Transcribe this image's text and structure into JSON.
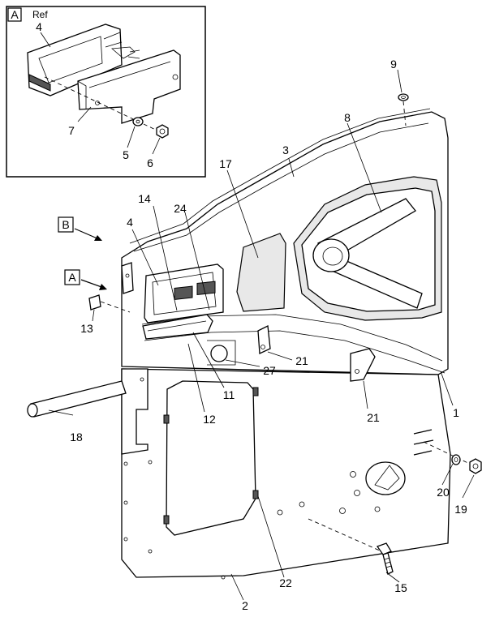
{
  "inset": {
    "box_letter": "A",
    "ref_text": "Ref",
    "callouts": {
      "c4": "4",
      "c7": "7",
      "c5": "5",
      "c6": "6"
    }
  },
  "view_markers": {
    "b": "B",
    "a": "A"
  },
  "callouts": {
    "c1": "1",
    "c2": "2",
    "c3": "3",
    "c4": "4",
    "c8": "8",
    "c9": "9",
    "c11": "11",
    "c12": "12",
    "c13": "13",
    "c14": "14",
    "c15": "15",
    "c17": "17",
    "c18": "18",
    "c19": "19",
    "c20": "20",
    "c21a": "21",
    "c21b": "21",
    "c22": "22",
    "c24": "24",
    "c27": "27"
  }
}
